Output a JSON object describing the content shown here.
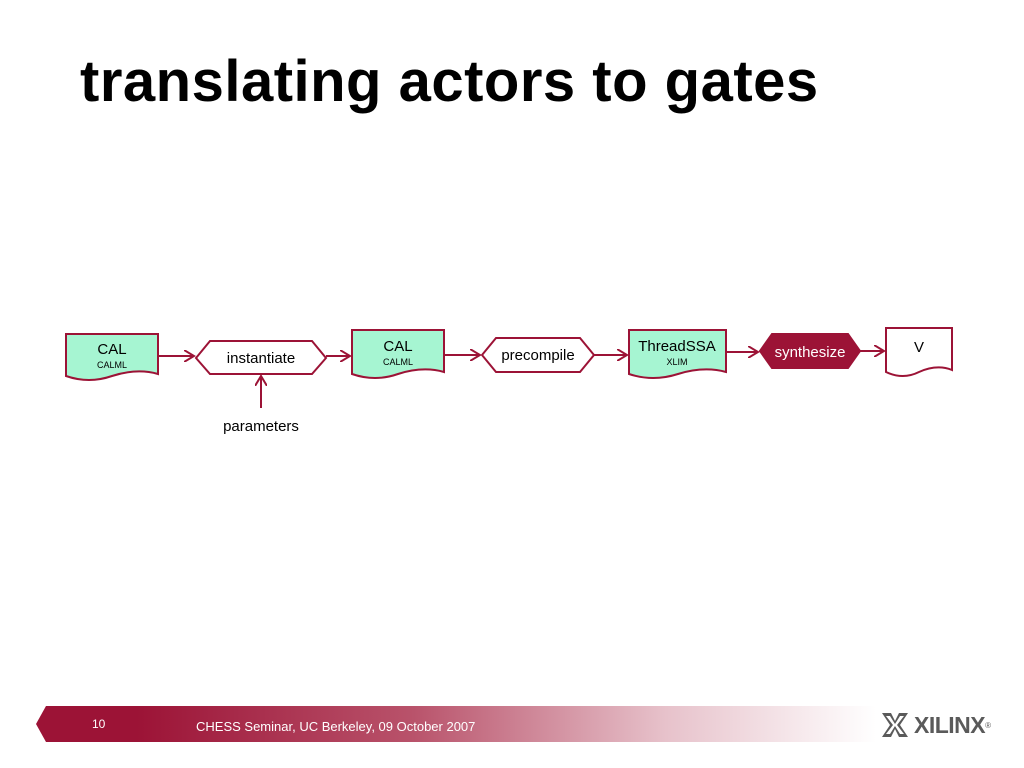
{
  "slide": {
    "title": "translating actors to gates",
    "page_number": "10",
    "footer": "CHESS Seminar, UC Berkeley, 09 October 2007",
    "logo": "XILINX",
    "logo_reg": "®"
  },
  "diagram": {
    "doc1": {
      "label": "CAL",
      "sublabel": "CALML"
    },
    "proc1": {
      "label": "instantiate"
    },
    "doc2": {
      "label": "CAL",
      "sublabel": "CALML"
    },
    "proc2": {
      "label": "precompile"
    },
    "doc3": {
      "label": "ThreadSSA",
      "sublabel": "XLIM"
    },
    "proc3": {
      "label": "synthesize"
    },
    "doc4": {
      "label": "V"
    },
    "input": {
      "label": "parameters"
    }
  },
  "colors": {
    "accent": "#9c1336",
    "doc_fill": "#a6f5d2",
    "stroke": "#9c1336",
    "logo": "#5a5a5a"
  }
}
